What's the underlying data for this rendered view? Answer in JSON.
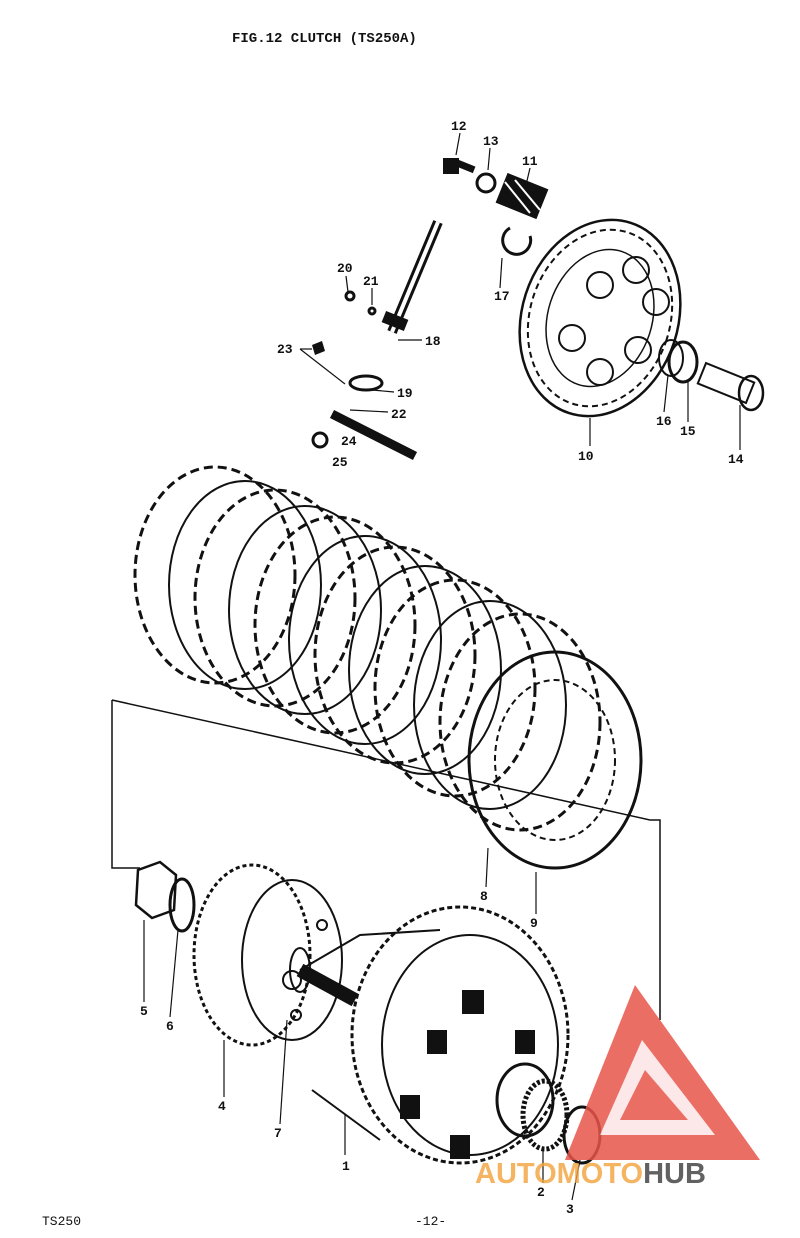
{
  "header": {
    "title": "FIG.12  CLUTCH  (TS250A)"
  },
  "footer": {
    "model": "TS250",
    "page": "-12-"
  },
  "watermark": {
    "text_part1": "AUTOMOTO",
    "text_part2": "HUB",
    "accent_color": "#f2a23a",
    "logo_color": "#e8554a",
    "dark_color": "#3a3a3a"
  },
  "callouts": [
    "1",
    "2",
    "3",
    "4",
    "5",
    "6",
    "7",
    "8",
    "9",
    "10",
    "11",
    "12",
    "13",
    "14",
    "15",
    "16",
    "17",
    "18",
    "19",
    "20",
    "21",
    "22",
    "23",
    "24",
    "25"
  ]
}
